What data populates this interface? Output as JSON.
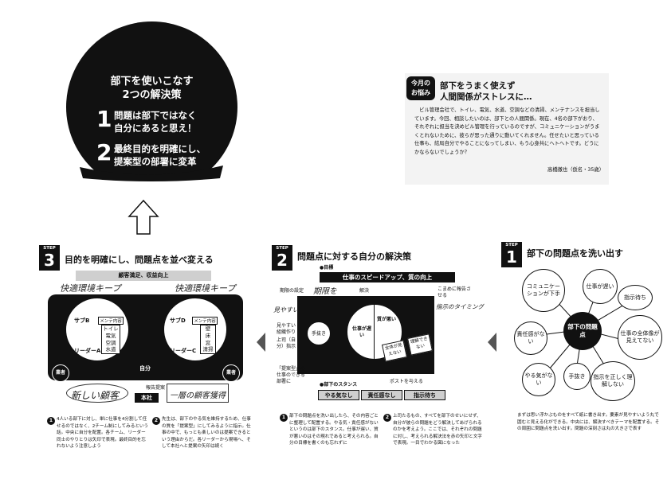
{
  "hero": {
    "title": "部下を使いこなす",
    "subtitle": "2つの解決策",
    "point1_num": "1",
    "point1_line1": "問題は部下ではなく",
    "point1_line2": "自分にあると思え！",
    "point2_num": "2",
    "point2_line1": "最終目的を明確にし、",
    "point2_line2": "提案型の部署に変革"
  },
  "worry": {
    "badge_line1": "今月の",
    "badge_line2": "お悩み",
    "title_line1": "部下をうまく使えず",
    "title_line2": "人間関係がストレスに…",
    "body": "ビル管理会社で、トイレ、電気、水道、空調などの清掃、メンテナンスを担当しています。今回、相談したいのは、部下との人間関係。現在、4名の部下がおり、それぞれに担当を決めビル管理を行っているのですが、コミュニケーションがうまくとれないために、彼らが思った通りに動いてくれません。任せたいと思っている仕事も、結局自分でやることになってしまい、もう心身共にヘトヘトです。どうにかならないでしょうか？",
    "signature": "高橋徹也（仮名・35歳）"
  },
  "step3": {
    "step_label": "STEP",
    "step_num": "3",
    "title": "目的を明確にし、問題点を並べ変える",
    "banner": "顧客満足、収益向上",
    "hand_left": "快適環境キープ",
    "hand_right": "快適環境キープ",
    "circle_left_title": "サブB",
    "circle_left_tag": "メンテ内容",
    "circle_left_items": "トイレ\n電気\n空調\n水道",
    "circle_left_leader": "リーダーA",
    "circle_right_title": "サブD",
    "circle_right_tag": "メンテ内容",
    "circle_right_items": "壁\n床\n窓\n清掃",
    "circle_right_leader": "リーダーC",
    "customer_left": "業者",
    "customer_right": "業者",
    "self": "自分",
    "report": "報告提案",
    "hq": "本社",
    "hand_bottom_left": "新しい顧客",
    "hand_bottom_right": "一層の顧客獲得",
    "note1_num": "1",
    "note1": "4人いる部下に対し、単に仕事を4分割して任せるのではなく、2チーム制にしてみるという話。中央に自分を配置。各チーム、リーダー同士のやりとりは矢印で表現。最終目的を忘れないよう注意しよう",
    "note2_num": "2",
    "note2": "先生は、部下のやる気を維持するため、仕事の質を「提案型」にしてみるように指示。仕事の中で、もっとも楽しいのは提案できるという理由からだ。各リーダーから現場へ、そして本社へと提案の矢印は続く"
  },
  "step2": {
    "step_label": "STEP",
    "step_num": "2",
    "title": "問題点に対する自分の解決策",
    "goal_label": "●目標",
    "goal": "仕事のスピードアップ、質の向上",
    "label_setting": "期限の設定",
    "hand_setting": "期限を",
    "label_solve": "解決",
    "label_timing": "こまめに報告させる",
    "hand_timing": "指示のタイミング",
    "label_org": "見やすい組織作り",
    "label_boss": "上司（自分）指示",
    "hand_misc": "見やすい",
    "node_left": "手抜き",
    "node_speed": "仕事が遅い",
    "node_quality": "質が悪い",
    "card_all": "全体が見えない",
    "card_understand": "理解できない",
    "label_proposal": "「提案型」の仕事のできる部署に",
    "label_post": "ポストを与える",
    "stance_label": "●部下のスタンス",
    "stance1": "やる気なし",
    "stance2": "責任感なし",
    "stance3": "指示待ち",
    "note1_num": "1",
    "note1": "部下の問題点を洗い出したら、その内容ごとに整理して配置する。やる気・責任感がないというのは部下のスタンス。仕事が遅い、質が悪いのはその現れであると考えられる。自分の目標を書くのも忘れずに",
    "note2_num": "2",
    "note2": "上司たるもの、すべてを部下のせいにせず、自分が彼らの問題をどう解決してあげられるのかを考えよう。ここでは、それぞれの問題に対し、考えられる解決法を赤の矢印と文字で表現。一目でわかる図になった"
  },
  "step1": {
    "step_label": "STEP",
    "step_num": "1",
    "title": "部下の問題点を洗い出す",
    "center": "部下の問題点",
    "n_comm": "コミュニケーションが下手",
    "n_slow": "仕事が遅い",
    "n_wait": "指示待ち",
    "n_resp": "責任感がない",
    "n_whole": "仕事の全体像が見えてない",
    "n_motive": "やる気がない",
    "n_lazy": "手抜き",
    "n_understand": "指示を正しく理解しない",
    "note": "まずは思い浮かぶものをすべて紙に書き出す。要素が見やすいよう丸で囲むと見える化ができる。中央には、解決すべきテーマを配置する。その周囲に問題点を洗い出す。問題の深刻さは丸の大きさで表す"
  }
}
